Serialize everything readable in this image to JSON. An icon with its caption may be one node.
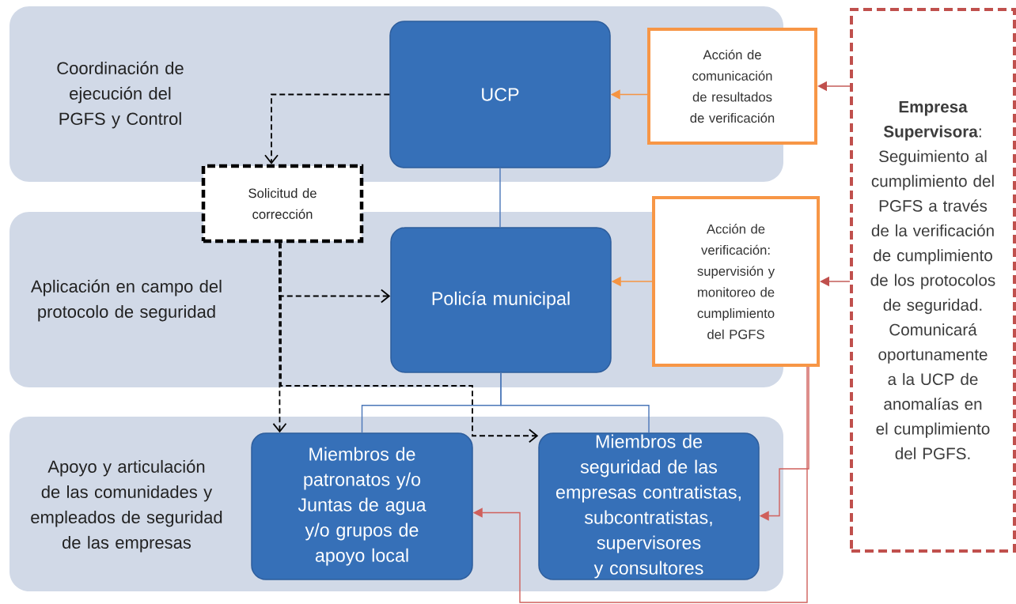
{
  "diagram": {
    "nodes": [
      {
        "text": [
          "Coordinación de ejecución del PGFS y Control"
        ]
      },
      {
        "text": [
          "UCP"
        ],
        "in": 0
      },
      {
        "text": [
          "Acción de comunicación de resultados de verificación"
        ]
      },
      {
        "text": [
          "**Empresa Supervisora**: Seguimiento al cumplimiento del PGFS a través de la verificación de cumplimiento de los protocolos de seguridad. Comunicará oportunamente a la UCP de anomalías en el cumplimiento del PGFS."
        ]
      },
      {
        "text": [
          "Solicitud de corrección"
        ]
      },
      {
        "text": [
          "Aplicación en campo del protocolo de seguridad"
        ]
      },
      {
        "text": [
          "Policía municipal"
        ],
        "in": 5
      },
      {
        "text": [
          "Acción de verificación: supervisión y monitoreo de cumplimiento del PGFS"
        ]
      },
      {
        "text": [
          "Apoyo y articulación de las comunidades y empleados de seguridad de las empresas"
        ]
      },
      {
        "text": [
          "Miembros de patronatos y/o Juntas de agua y/o grupos de apoyo local"
        ],
        "in": 8
      },
      {
        "text": [
          "Miembros de seguridad de las empresas contratistas, subcontratistas, supervisores y consultores"
        ],
        "in": 8
      }
    ],
    "edges": [
      {
        "from": 1,
        "to": 4,
        "arrow": "to",
        "style": "dashed"
      },
      {
        "from": 4,
        "to": 6,
        "arrow": "to",
        "style": "dashed"
      },
      {
        "from": 4,
        "to": 9,
        "arrow": "to",
        "style": "dashed"
      },
      {
        "from": 4,
        "to": 10,
        "arrow": "to",
        "style": "dashed"
      },
      {
        "from": 1,
        "to": 6,
        "arrow": "none",
        "color": "#4a76b8"
      },
      {
        "from": 6,
        "to": 9,
        "arrow": "none",
        "color": "#4a76b8"
      },
      {
        "from": 6,
        "to": 10,
        "arrow": "none",
        "color": "#4a76b8"
      },
      {
        "from": 2,
        "to": 1,
        "arrow": "to",
        "color": "#f59442"
      },
      {
        "from": 7,
        "to": 6,
        "arrow": "to",
        "color": "#f59442"
      },
      {
        "from": 3,
        "to": 2,
        "arrow": "to",
        "color": "#c0504d"
      },
      {
        "from": 3,
        "to": 7,
        "arrow": "to",
        "color": "#c0504d"
      },
      {
        "from": 7,
        "to": 10,
        "arrow": "to",
        "color": "#d0605c"
      },
      {
        "from": 7,
        "to": 9,
        "arrow": "to",
        "color": "#d0605c"
      }
    ]
  }
}
